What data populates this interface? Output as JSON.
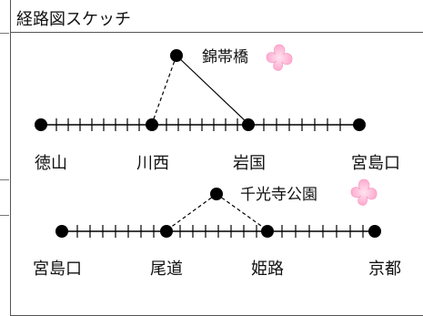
{
  "panel": {
    "title": "経路図スケッチ"
  },
  "upper_route": {
    "stations": [
      "徳山",
      "川西",
      "岩国",
      "宮島口"
    ],
    "branch_label": "錦帯橋"
  },
  "lower_route": {
    "stations": [
      "宮島口",
      "尾道",
      "姫路",
      "京都"
    ],
    "branch_label": "千光寺公園"
  },
  "icons": {
    "sakura": "sakura-icon",
    "sakura_color": "#ff9ec7"
  }
}
